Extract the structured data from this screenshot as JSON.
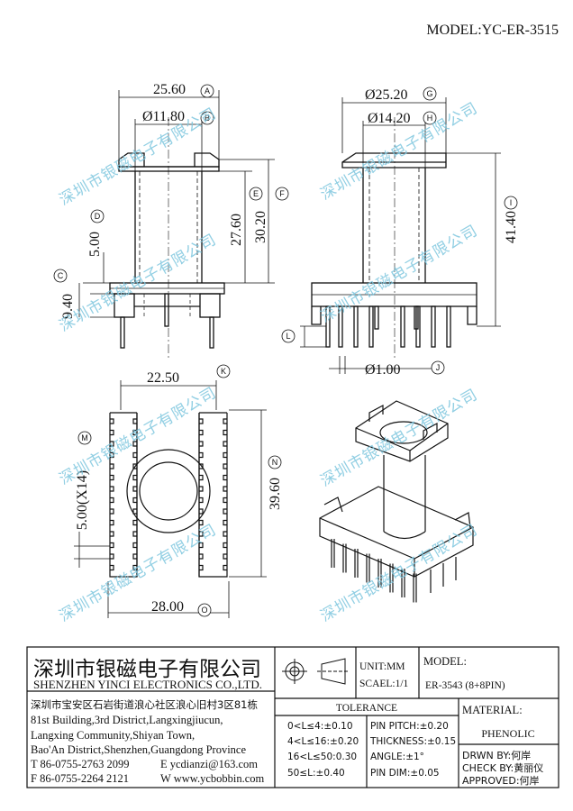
{
  "header": {
    "model": "MODEL:YC-ER-3515"
  },
  "dimensions": {
    "d256": "25.60",
    "d118": "Ø11.80",
    "d276": "27.60",
    "d302": "30.20",
    "d500": "5.00",
    "d940": "9.40",
    "d252": "Ø25.20",
    "d142": "Ø14.20",
    "d414": "41.40",
    "d100": "Ø1.00",
    "d225": "22.50",
    "d500x14": "5.00(X14)",
    "d396": "39.60",
    "d280": "28.00"
  },
  "markers": [
    "A",
    "B",
    "C",
    "D",
    "E",
    "F",
    "G",
    "H",
    "I",
    "J",
    "K",
    "L",
    "M",
    "N",
    "O"
  ],
  "watermark": "深圳市银磁电子有限公司",
  "title_block": {
    "company_cn": "深圳市银磁电子有限公司",
    "company_en": "SHENZHEN YINCI ELECTRONICS CO.,LTD.",
    "address_cn": "深圳市宝安区石岩街道浪心社区浪心旧村3区81栋",
    "address_en_1": "81st Building,3rd District,Langxingjiucun,",
    "address_en_2": "Langxing Community,Shiyan Town,",
    "address_en_3": "Bao'An District,Shenzhen,Guangdong Province",
    "tel": "T 86-0755-2763 2099",
    "email": "E ycdianzi@163.com",
    "fax": "F 86-0755-2264 2121",
    "web": "W www.ycbobbin.com",
    "unit": "UNIT:MM",
    "scale": "SCAEL:1/1",
    "model_label": "MODEL:",
    "model_value": "ER-3543 (8+8PIN)",
    "tolerance_label": "TOLERANCE",
    "tol_left": [
      "0<L≤4:±0.10",
      "4<L≤16:±0.20",
      "16<L≤50:0.30",
      "50≤L:±0.40"
    ],
    "tol_right": [
      "PIN PITCH:±0.20",
      "THICKNESS:±0.15",
      "ANGLE:±1°",
      "PIN DIM:±0.05"
    ],
    "material_label": "MATERIAL:",
    "material_value": "PHENOLIC",
    "drawn_by": "DRWN BY:何岸",
    "check_by": "CHECK BY:黄丽仪",
    "approved": "APPROVED:何岸"
  }
}
